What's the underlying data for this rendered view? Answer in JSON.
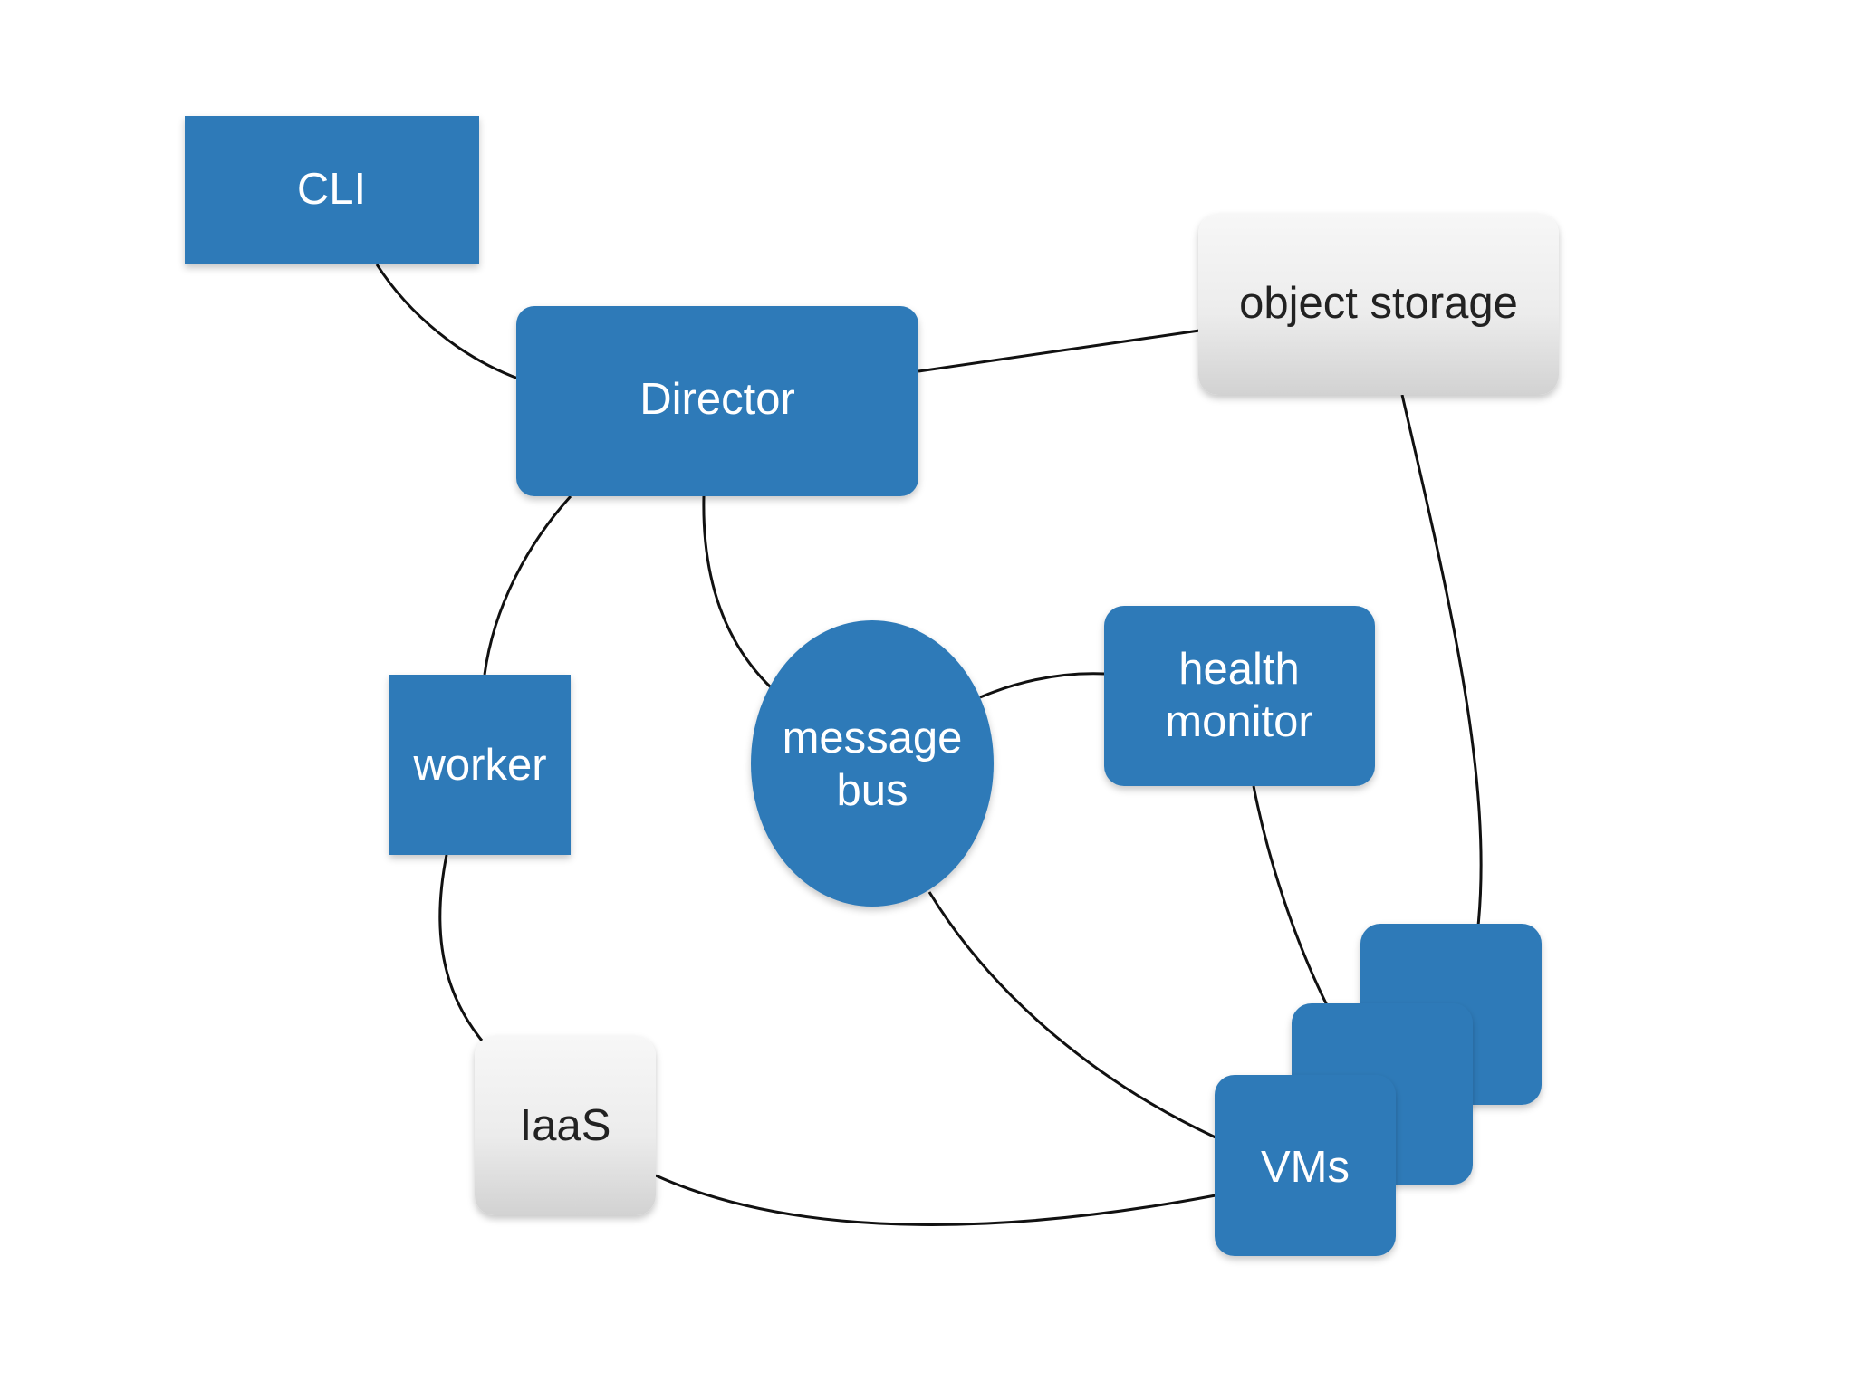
{
  "diagram": {
    "colors": {
      "blue_node": "#2e7ab8",
      "gray_node_top": "#f7f7f7",
      "gray_node_bottom": "#d4d4d4",
      "connector": "#111111",
      "background": "#ffffff"
    },
    "nodes": {
      "cli": {
        "label": "CLI"
      },
      "director": {
        "label": "Director"
      },
      "object_storage": {
        "label": "object storage"
      },
      "worker": {
        "label": "worker"
      },
      "message_bus": {
        "line1": "message",
        "line2": "bus"
      },
      "health_monitor": {
        "line1": "health",
        "line2": "monitor"
      },
      "iaas": {
        "label": "IaaS"
      },
      "vms": {
        "label": "VMs"
      }
    }
  }
}
